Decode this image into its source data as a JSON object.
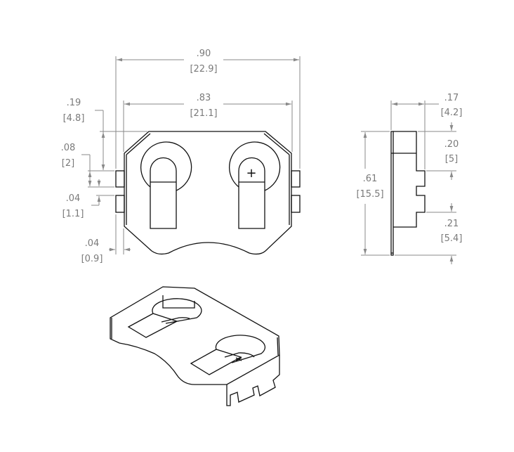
{
  "drawing": {
    "top_view": {
      "overall_width": {
        "inch": ".90",
        "mm": "[22.9]"
      },
      "body_width": {
        "inch": ".83",
        "mm": "[21.1]"
      },
      "top_to_tab": {
        "inch": ".19",
        "mm": "[4.8]"
      },
      "tab_height": {
        "inch": ".08",
        "mm": "[2]"
      },
      "tab_gap": {
        "inch": ".04",
        "mm": "[1.1]"
      },
      "tab_depth": {
        "inch": ".04",
        "mm": "[0.9]"
      },
      "polarity_mark": "+"
    },
    "side_view": {
      "overall_height": {
        "inch": ".61",
        "mm": "[15.5]"
      },
      "depth": {
        "inch": ".17",
        "mm": "[4.2]"
      },
      "top_to_tab": {
        "inch": ".20",
        "mm": "[5]"
      },
      "tab_to_bottom": {
        "inch": ".21",
        "mm": "[5.4]"
      }
    }
  }
}
